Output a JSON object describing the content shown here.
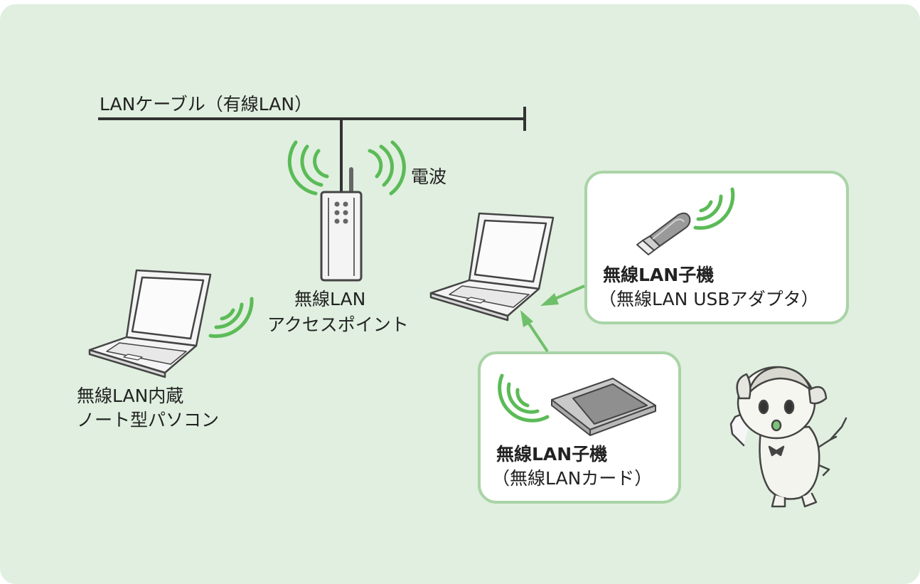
{
  "cable_label": "LANケーブル（有線LAN）",
  "wave_label": "電波",
  "access_point": {
    "line1": "無線LAN",
    "line2": "アクセスポイント"
  },
  "builtin_laptop": {
    "line1": "無線LAN内蔵",
    "line2": "ノート型パソコン"
  },
  "usb_adapter": {
    "line1": "無線LAN子機",
    "line2": "（無線LAN USBアダプタ）"
  },
  "lan_card": {
    "line1": "無線LAN子機",
    "line2": "（無線LANカード）"
  },
  "colors": {
    "panel_bg": "#e0efdf",
    "box_border": "#a9d4a6",
    "wave_green": "#5bbb57",
    "arrow_green": "#6fbf6a",
    "line_dark": "#333333"
  }
}
